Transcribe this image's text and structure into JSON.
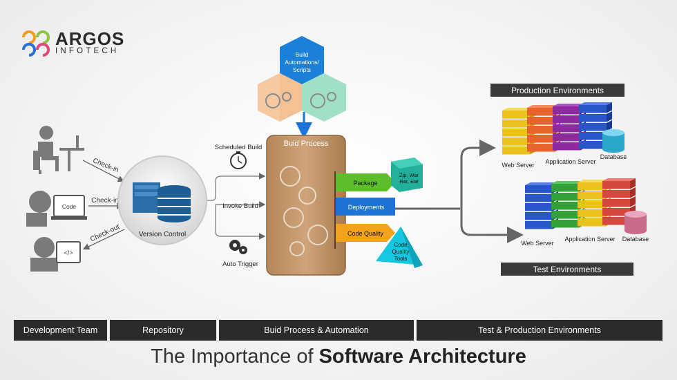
{
  "logo": {
    "name": "ARGOS",
    "sub": "INFOTECH"
  },
  "build_automation": {
    "label_lines": [
      "Build",
      "Automations/",
      "Scripts"
    ]
  },
  "build_process": {
    "title": "Buid Process"
  },
  "triggers": {
    "scheduled": "Scheduled Build",
    "invoke": "Invoke Build",
    "auto": "Auto Trigger"
  },
  "repository": {
    "label": "Version Control"
  },
  "dev_links": {
    "checkin_1": "Check-in",
    "checkin_2": "Check-in",
    "checkout": "Check-out",
    "code_tag": "Code"
  },
  "stages": {
    "package": "Package",
    "deployments": "Deployments",
    "code_quality": "Code Quality"
  },
  "package_box": {
    "lines": [
      "Zip, War",
      "Rar, Ear"
    ]
  },
  "quality_tools": {
    "lines": [
      "Code",
      "Quality",
      "Tools"
    ]
  },
  "production": {
    "title": "Production Environments",
    "web_server": "Web Server",
    "app_server": "Application Server",
    "database": "Database"
  },
  "test": {
    "title": "Test Environments",
    "web_server": "Web Server",
    "app_server": "Application Server",
    "database": "Database"
  },
  "footer": {
    "development_team": "Development Team",
    "repository": "Repository",
    "build_automation": "Buid Process & Automation",
    "environments": "Test & Production Environments"
  },
  "tagline": {
    "normal": "The Importance of ",
    "bold": "Software Architecture"
  },
  "colors": {
    "build_box": "#c49a6c",
    "package": "#5cbf2a",
    "deployments": "#1e73d6",
    "code_quality": "#f2a31b",
    "quality_pyramid": "#16c7e0",
    "hex_top": "#1a80d8",
    "hex_left": "#f6c9a0",
    "hex_right": "#9fe0c6",
    "footer_bg": "#2b2b2b",
    "logo_orange": "#f39c1f",
    "logo_blue": "#2a6fd6"
  }
}
